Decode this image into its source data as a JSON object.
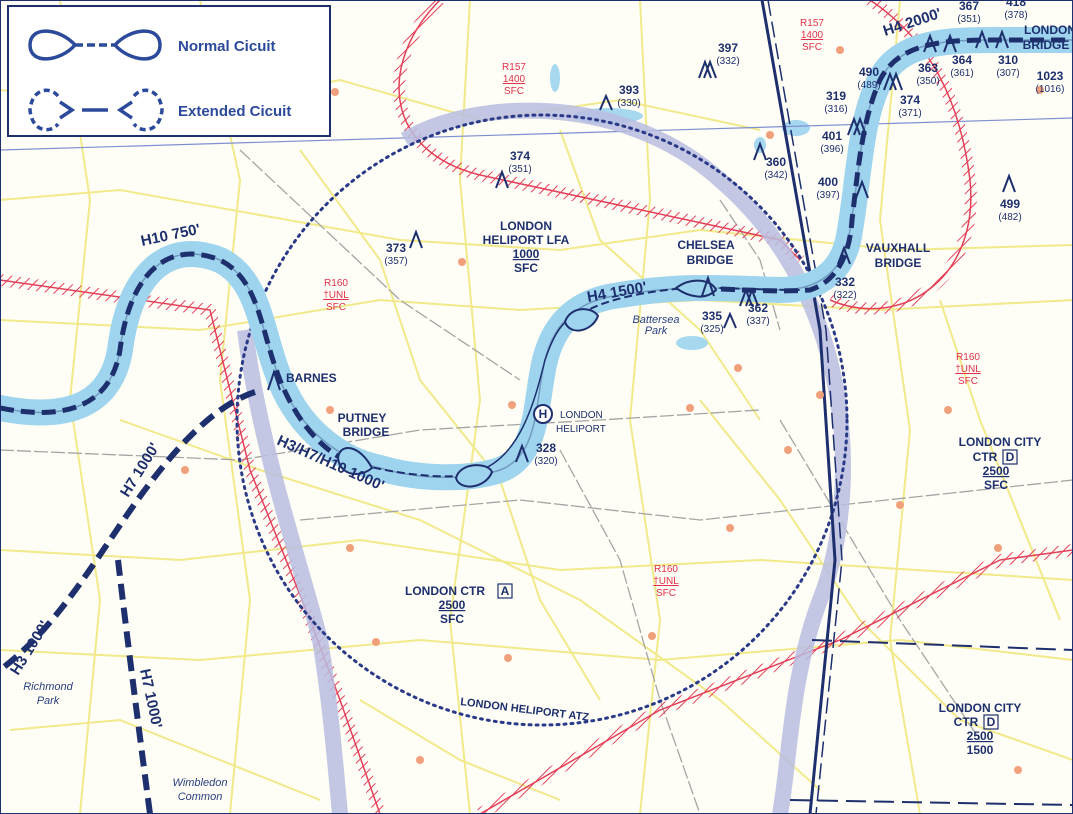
{
  "legend": {
    "normal_circuit": "Normal Cicuit",
    "extended_circuit": "Extended Cicuit"
  },
  "routes": {
    "h10": "H10 750'",
    "h4_main": "H4 1500'",
    "h4_top": "H4 2000'",
    "h3h7h10": "H3/H7/H10 1000'",
    "h7_left": "H7 1000'",
    "h3": "H3 1000'",
    "h7_bottom": "H7 1000'"
  },
  "places": {
    "barnes": "BARNES",
    "putney_1": "PUTNEY",
    "putney_2": "BRIDGE",
    "heliport_1": "LONDON",
    "heliport_2": "HELIPORT",
    "chelsea_1": "CHELSEA",
    "chelsea_2": "BRIDGE",
    "vauxhall_1": "VAUXHALL",
    "vauxhall_2": "BRIDGE",
    "london_bridge_1": "LONDON",
    "london_bridge_2": "BRIDGE",
    "battersea_1": "Battersea",
    "battersea_2": "Park",
    "richmond_1": "Richmond",
    "richmond_2": "Park",
    "wimbledon_1": "Wimbledon",
    "wimbledon_2": "Common",
    "atz": "LONDON HELIPORT ATZ"
  },
  "airspace": {
    "lfa_1": "LONDON",
    "lfa_2": "HELIPORT LFA",
    "lfa_upper": "1000",
    "lfa_lower": "SFC",
    "ctr_name": "LONDON CTR",
    "ctr_class": "A",
    "ctr_upper": "2500",
    "ctr_lower": "SFC",
    "city1_1": "LONDON CITY",
    "city1_2": "CTR",
    "city1_class": "D",
    "city1_upper": "2500",
    "city1_lower": "SFC",
    "city2_1": "LONDON CITY",
    "city2_2": "CTR",
    "city2_class": "D",
    "city2_upper": "2500",
    "city2_lower": "1500"
  },
  "restricted": [
    {
      "name": "R157",
      "upper": "1400",
      "lower": "SFC"
    },
    {
      "name": "R157",
      "upper": "1400",
      "lower": "SFC"
    },
    {
      "name": "R160",
      "upper": "†UNL",
      "lower": "SFC"
    },
    {
      "name": "R160",
      "upper": "†UNL",
      "lower": "SFC"
    },
    {
      "name": "R160",
      "upper": "†UNL",
      "lower": "SFC"
    }
  ],
  "obstacles": [
    {
      "elev": "397",
      "agl": "(332)"
    },
    {
      "elev": "393",
      "agl": "(330)"
    },
    {
      "elev": "374",
      "agl": "(351)"
    },
    {
      "elev": "373",
      "agl": "(357)"
    },
    {
      "elev": "360",
      "agl": "(342)"
    },
    {
      "elev": "401",
      "agl": "(396)"
    },
    {
      "elev": "319",
      "agl": "(316)"
    },
    {
      "elev": "400",
      "agl": "(397)"
    },
    {
      "elev": "490",
      "agl": "(489)"
    },
    {
      "elev": "363",
      "agl": "(350)"
    },
    {
      "elev": "364",
      "agl": "(361)"
    },
    {
      "elev": "310",
      "agl": "(307)"
    },
    {
      "elev": "374",
      "agl": "(371)"
    },
    {
      "elev": "1023",
      "agl": "(1016)"
    },
    {
      "elev": "499",
      "agl": "(482)"
    },
    {
      "elev": "332",
      "agl": "(322)"
    },
    {
      "elev": "362",
      "agl": "(337)"
    },
    {
      "elev": "335",
      "agl": "(325)"
    },
    {
      "elev": "328",
      "agl": "(320)"
    },
    {
      "elev": "367",
      "agl": "(351)"
    },
    {
      "elev": "418",
      "agl": "(378)"
    }
  ],
  "colors": {
    "river_fill": "#9fd4ee",
    "route_blue": "#1e2f6e",
    "red_boundary": "#e4405a",
    "atz_shade": "#b9bde0",
    "roads": "#f2e98a"
  }
}
